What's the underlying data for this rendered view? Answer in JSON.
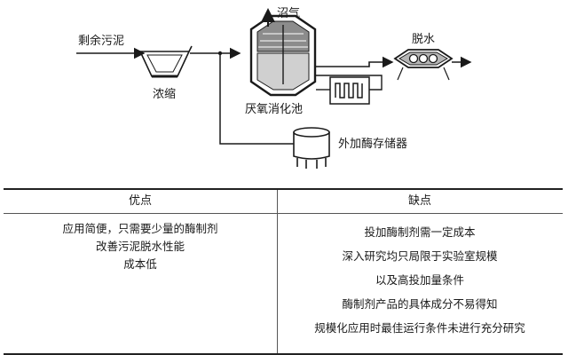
{
  "diagram": {
    "labels": {
      "sludge_input": "剩余污泥",
      "thickening": "浓缩",
      "biogas": "沼气",
      "anaerobic_digester": "厌氧消化池",
      "dewatering": "脱水",
      "enzyme_storage": "外加酶存储器"
    }
  },
  "table": {
    "header_advantages": "优点",
    "header_disadvantages": "缺点",
    "advantages": [
      "应用简便，只需要少量的酶制剂",
      "改善污泥脱水性能",
      "成本低"
    ],
    "disadvantages": [
      "投加酶制剂需一定成本",
      "深入研究均只局限于实验室规模",
      "以及高投加量条件",
      "酶制剂产品的具体成分不易得知",
      "规模化应用时最佳运行条件未进行充分研究"
    ]
  }
}
